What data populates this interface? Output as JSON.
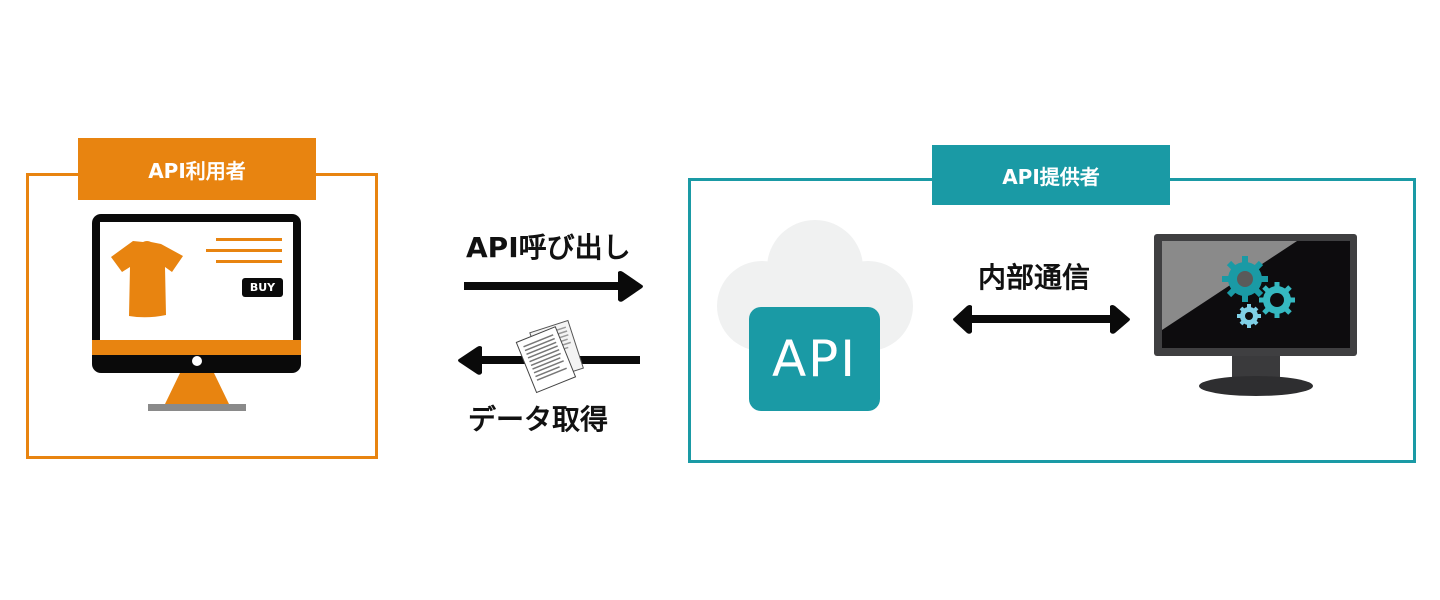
{
  "consumer": {
    "title": "API利用者",
    "color": "#e88410",
    "screen": {
      "button_label": "BUY"
    }
  },
  "provider": {
    "title": "API提供者",
    "color": "#1a9aa5",
    "cloud_badge": "API"
  },
  "flows": {
    "request_label": "API呼び出し",
    "response_label": "データ取得",
    "internal_label": "内部通信"
  },
  "icons": {
    "consumer_device": "desktop-shop-icon",
    "document": "document-stack-icon",
    "cloud": "cloud-api-icon",
    "server": "monitor-gears-icon"
  }
}
